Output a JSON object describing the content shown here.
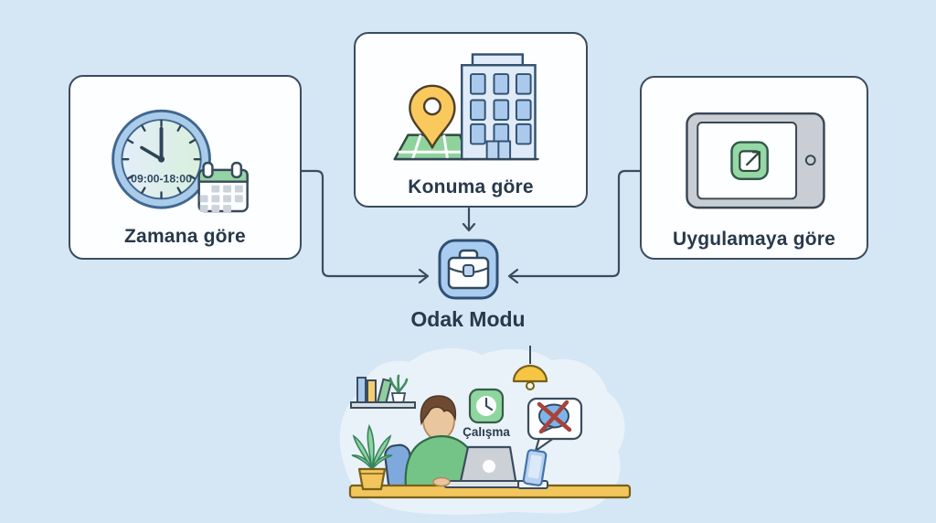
{
  "title": "Odak Modu diagram",
  "cards": [
    {
      "label": "Zamana göre",
      "icon": "clock-calendar-icon",
      "clock_time_range": "09:00-18:00"
    },
    {
      "label": "Konuma göre",
      "icon": "map-pin-building-icon"
    },
    {
      "label": "Uygulamaya göre",
      "icon": "tablet-external-link-icon"
    }
  ],
  "center": {
    "label": "Odak Modu",
    "icon": "briefcase-icon"
  },
  "illustration": {
    "work_app_label": "Çalışma",
    "elements": [
      "wall-shelf-books",
      "potted-cactus",
      "pendant-lamp",
      "work-clock-app-badge",
      "muted-notifications-bubble",
      "person-at-laptop",
      "office-chair",
      "laptop",
      "smartphone-on-stand",
      "potted-plant",
      "desk",
      "background-blob"
    ]
  },
  "colors": {
    "background": "#d5e6f5",
    "card_fill": "#fdfeff",
    "outline": "#3b4c5e",
    "text": "#27394a",
    "accent_blue": "#a9cdf0",
    "accent_green": "#8ed6a0",
    "accent_yellow": "#f2c65c",
    "alert_red": "#a8433c"
  }
}
